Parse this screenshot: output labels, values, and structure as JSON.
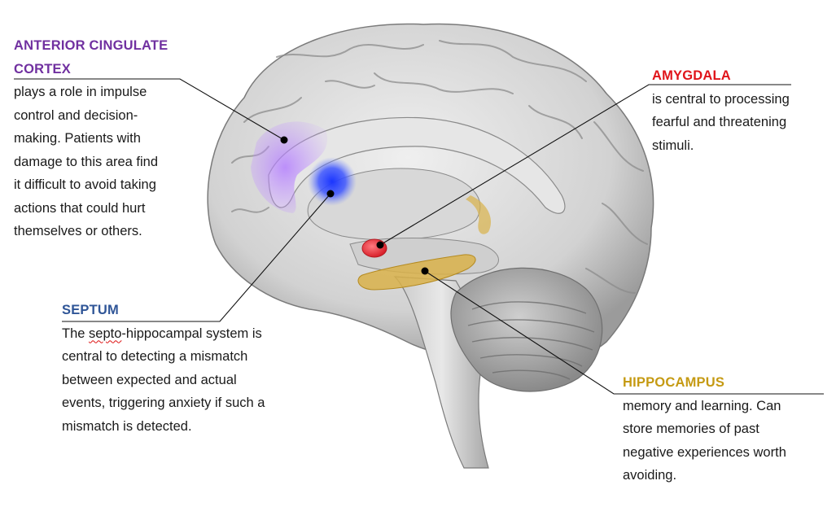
{
  "labels": {
    "acc": {
      "title_line1": "ANTERIOR CINGULATE",
      "title_line2": "CORTEX",
      "body": "plays a role in impulse\ncontrol and decision-\nmaking.  Patients with\ndamage to this area find\nit difficult to avoid taking\nactions that could hurt\nthemselves or others."
    },
    "amygdala": {
      "title": "AMYGDALA",
      "body": "is central to processing\nfearful and threatening\nstimuli."
    },
    "septum": {
      "title": "SEPTUM",
      "body_prefix": "The ",
      "body_flagged": "septo",
      "body_rest": "-hippocampal system is\ncentral to detecting a mismatch\nbetween expected and actual\nevents, triggering anxiety if such a\nmismatch is detected."
    },
    "hippocampus": {
      "title": "HIPPOCAMPUS",
      "body": "memory and learning.  Can\nstore memories of past\nnegative experiences worth\navoiding."
    }
  },
  "colors": {
    "acc": "#7030a0",
    "amygdala": "#e0141a",
    "septum": "#2f5597",
    "hippocampus": "#c59a13",
    "acc_region": "#a04ff0",
    "septum_region": "#1030ff",
    "amygdala_region": "#ef4650",
    "hippocampus_region": "#d9b24a",
    "brain_base": "#dcdcdc",
    "brain_shadow": "#8d8d8d"
  }
}
